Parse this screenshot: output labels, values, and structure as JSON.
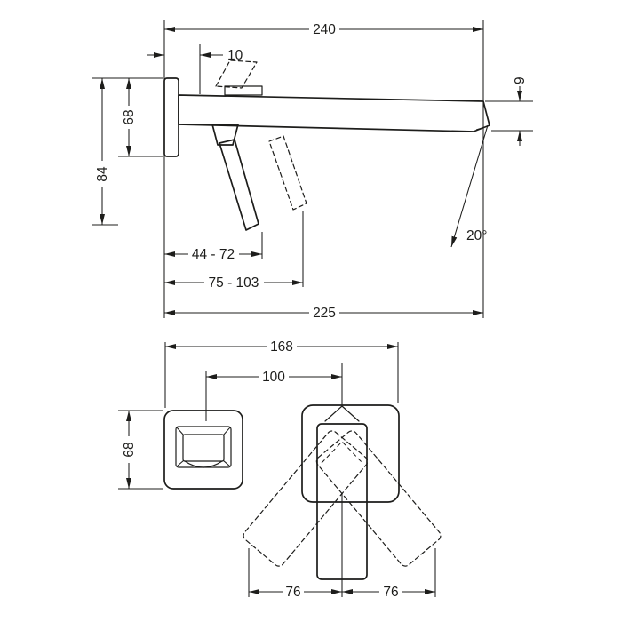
{
  "colors": {
    "ink": "#1d1d1b",
    "background": "#ffffff"
  },
  "side_view": {
    "dimensions": {
      "overall_width": "240",
      "plate_offset": "10",
      "plate_height": "68",
      "overall_height": "84",
      "spout_tip": "9",
      "spray_angle": "20°",
      "handle_reach_min": "44 - 72",
      "handle_reach_max": "75 - 103",
      "spout_reach": "225"
    }
  },
  "front_view": {
    "dimensions": {
      "overall_width": "168",
      "center_distance": "100",
      "plate_height": "68",
      "handle_swing_left": "76",
      "handle_swing_right": "76"
    }
  }
}
